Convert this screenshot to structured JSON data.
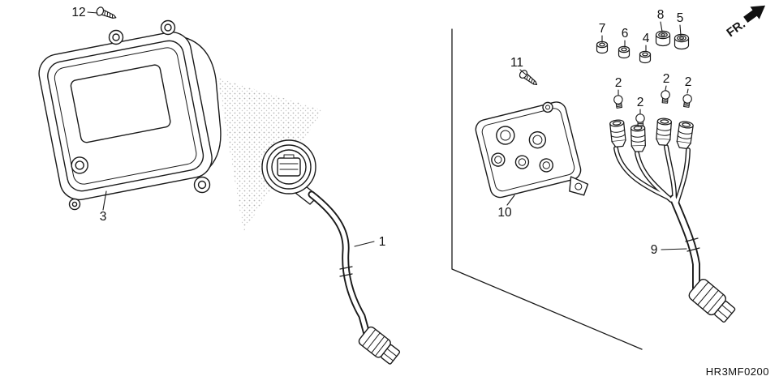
{
  "diagram": {
    "code": "HR3MF0200",
    "direction_label": "FR.",
    "ink_color": "#1a1a1a",
    "background_color": "#ffffff",
    "callouts": [
      {
        "num": "12"
      },
      {
        "num": "3"
      },
      {
        "num": "1"
      },
      {
        "num": "11"
      },
      {
        "num": "10"
      },
      {
        "num": "7"
      },
      {
        "num": "6"
      },
      {
        "num": "4"
      },
      {
        "num": "8"
      },
      {
        "num": "5"
      },
      {
        "num": "2"
      },
      {
        "num": "2"
      },
      {
        "num": "2"
      },
      {
        "num": "2"
      },
      {
        "num": "9"
      }
    ]
  }
}
